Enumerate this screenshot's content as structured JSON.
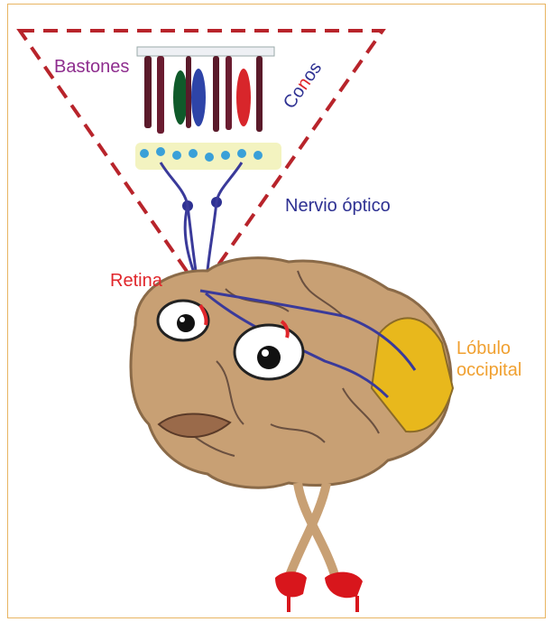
{
  "labels": {
    "bastones": "Bastones",
    "conos_part1": "Co",
    "conos_part2": "n",
    "conos_part3": "os",
    "nervio_optico": "Nervio óptico",
    "retina": "Retina",
    "lobulo_line1": "Lóbulo",
    "lobulo_line2": "occipital"
  },
  "colors": {
    "frame": "#e8b562",
    "triangle_dash": "#b8242b",
    "bastones": "#8e2d8e",
    "conos": "#2e3192",
    "retina": "#e0262b",
    "nerve": "#3a3a9a",
    "brain": "#c8a074",
    "occipital": "#e8b81c",
    "shoes": "#d8161c"
  }
}
